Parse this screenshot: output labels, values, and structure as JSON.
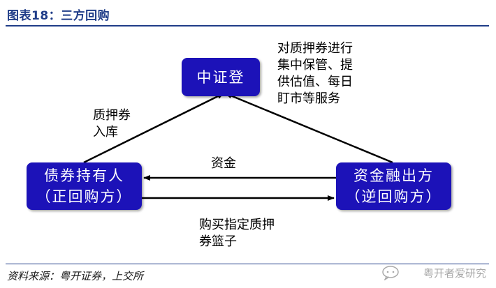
{
  "header": {
    "title": "图表18：三方回购"
  },
  "nodes": {
    "csdc": {
      "line1": "中证登"
    },
    "bond_holder": {
      "line1": "债券持有人",
      "line2": "（正回购方）"
    },
    "fund_provider": {
      "line1": "资金融出方",
      "line2": "（逆回购方）"
    }
  },
  "edges": {
    "pledge_label_line1": "质押券",
    "pledge_label_line2": "入库",
    "csdc_service_lines": [
      "对质押券进行",
      "集中保管、提",
      "供估值、每日",
      "盯市等服务"
    ],
    "funds_label": "资金",
    "buy_label_line1": "购买指定质押",
    "buy_label_line2": "券篮子"
  },
  "footer": {
    "source": "资料来源：粤开证券，上交所",
    "watermark": "粤开者爱研究"
  },
  "colors": {
    "box_fill": "#1c12b8",
    "title_blue": "#1f3c88"
  }
}
